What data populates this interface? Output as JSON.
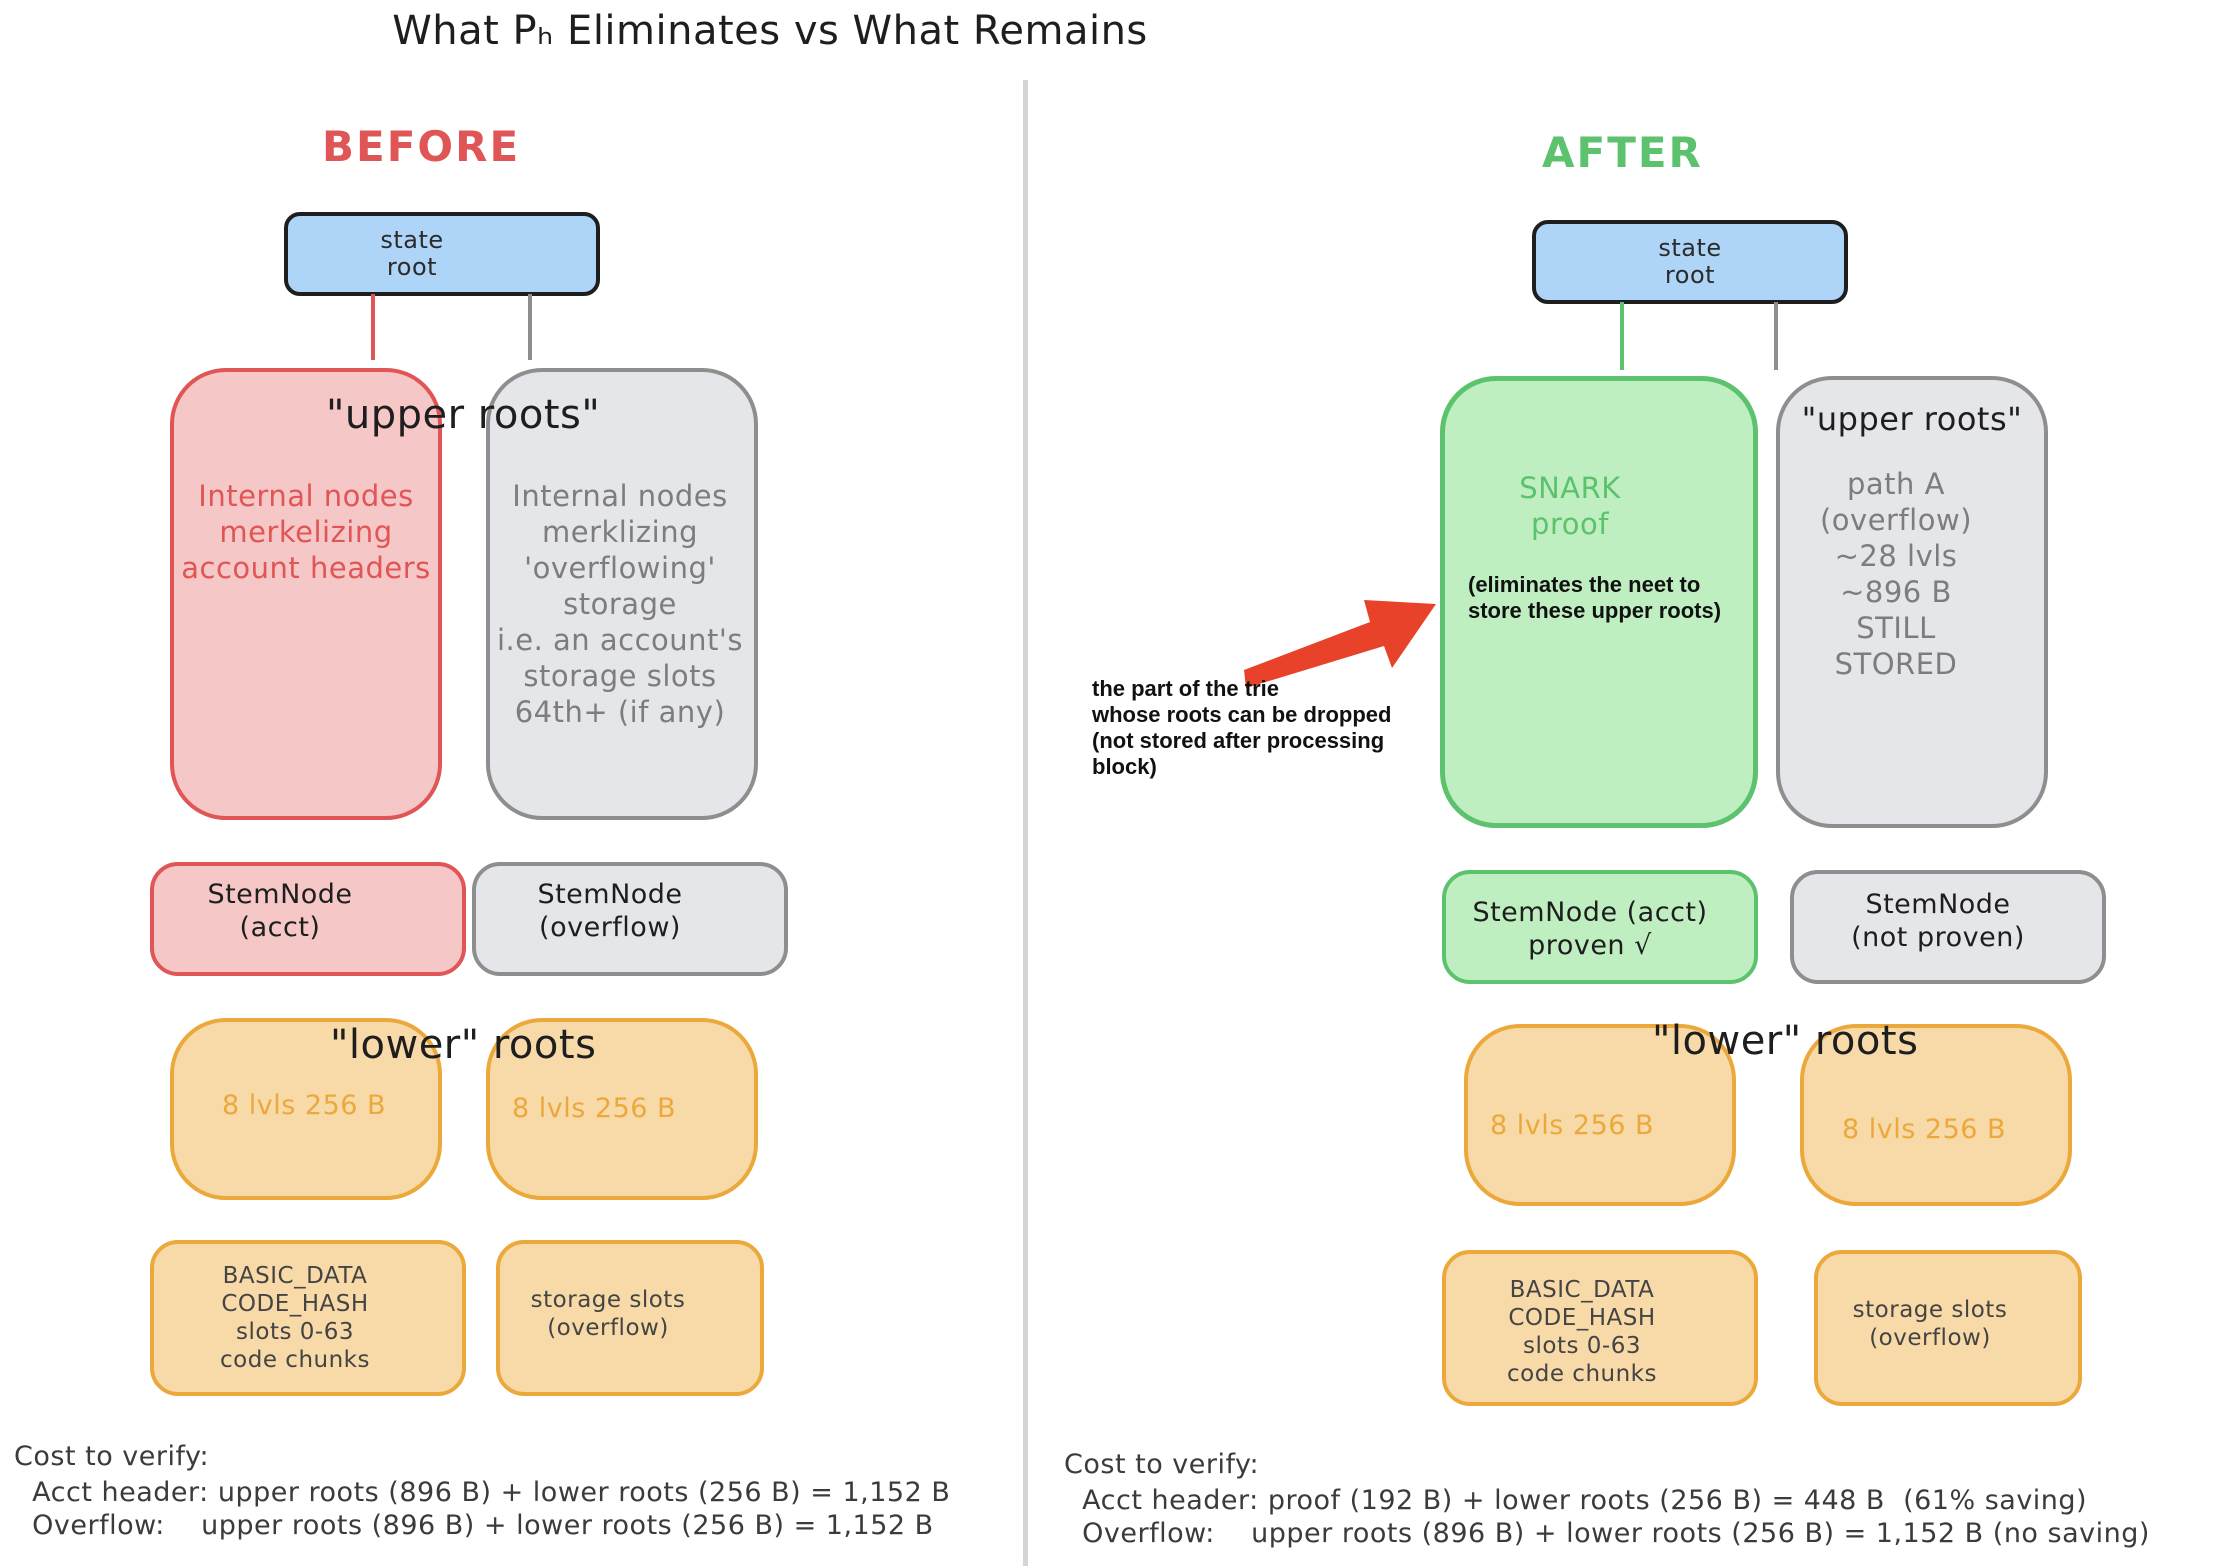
{
  "title": "What Pₕ Eliminates vs What Remains",
  "colors": {
    "before_accent": "#e05555",
    "after_accent": "#5cc26e",
    "neutral_gray": "#8e8e8e",
    "root_fill": "#aed4f8",
    "lower_fill": "#f8d9a8",
    "lower_stroke": "#eba93c",
    "arrow": "#e8432a"
  },
  "before": {
    "label": "BEFORE",
    "state_root": "state\nroot",
    "upper_roots_label": "\"upper roots\"",
    "acct_upper": "Internal nodes\nmerkelizing\naccount headers",
    "overflow_upper": "Internal nodes\nmerklizing\n'overflowing'\nstorage\ni.e. an account's\nstorage slots\n64th+ (if any)",
    "stem_acct": "StemNode\n(acct)",
    "stem_overflow": "StemNode\n(overflow)",
    "lower_roots_label": "\"lower\" roots",
    "lower_acct": "8 lvls 256 B",
    "lower_overflow": "8 lvls 256 B",
    "leaf_acct": "BASIC_DATA\nCODE_HASH\nslots 0-63\ncode chunks",
    "leaf_overflow": "storage slots\n(overflow)",
    "cost": {
      "heading": "Cost to verify:",
      "acct_line": "  Acct header: upper roots (896 B) + lower roots (256 B) = 1,152 B",
      "overflow_line": "  Overflow:    upper roots (896 B) + lower roots (256 B) = 1,152 B"
    }
  },
  "after": {
    "label": "AFTER",
    "state_root": "state\nroot",
    "snark_label": "SNARK\nproof",
    "snark_note": "(eliminates the neet to\nstore these upper roots)",
    "annotation": "the part of the trie\nwhose roots can be dropped\n(not stored after processing\nblock)",
    "upper_roots_label": "\"upper roots\"",
    "overflow_upper": "path A\n(overflow)\n~28 lvls\n~896 B\nSTILL\nSTORED",
    "stem_acct": "StemNode (acct)\nproven √",
    "stem_overflow": "StemNode\n(not proven)",
    "lower_roots_label": "\"lower\" roots",
    "lower_acct": "8 lvls 256 B",
    "lower_overflow": "8 lvls 256 B",
    "leaf_acct": "BASIC_DATA\nCODE_HASH\nslots 0-63\ncode chunks",
    "leaf_overflow": "storage slots\n(overflow)",
    "cost": {
      "heading": "Cost to verify:",
      "acct_line": "  Acct header: proof (192 B) + lower roots (256 B) = 448 B  (61% saving)",
      "overflow_line": "  Overflow:    upper roots (896 B) + lower roots (256 B) = 1,152 B (no saving)"
    }
  }
}
